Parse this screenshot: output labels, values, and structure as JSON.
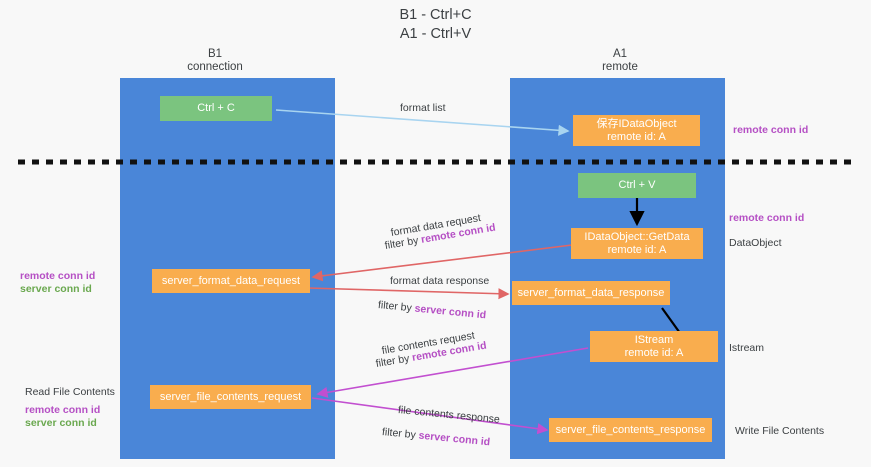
{
  "title": {
    "line1": "B1 - Ctrl+C",
    "line2": "A1 - Ctrl+V"
  },
  "columns": [
    {
      "id": "b1",
      "name": "B1",
      "sub": "connection"
    },
    {
      "id": "a1",
      "name": "A1",
      "sub": "remote"
    }
  ],
  "nodes": {
    "ctrl_c": {
      "label": "Ctrl + C",
      "color": "#7bc47f"
    },
    "save_dataobject": {
      "label": "保存IDataObject",
      "sub": "remote id: A",
      "color": "#f9ad4e"
    },
    "ctrl_v": {
      "label": "Ctrl + V",
      "color": "#7bc47f"
    },
    "getdata": {
      "label": "IDataObject::GetData",
      "sub": "remote id: A",
      "color": "#f9ad4e"
    },
    "server_format_data_request": {
      "label": "server_format_data_request",
      "color": "#f9ad4e"
    },
    "server_format_data_response": {
      "label": "server_format_data_response",
      "color": "#f9ad4e"
    },
    "istream": {
      "label": "IStream",
      "sub": "remote id: A",
      "color": "#f9ad4e"
    },
    "server_file_contents_request": {
      "label": "server_file_contents_request",
      "color": "#f9ad4e"
    },
    "server_file_contents_response": {
      "label": "server_file_contents_response",
      "color": "#f9ad4e"
    }
  },
  "edges": {
    "format_list": "format list",
    "format_data_request": "format data request",
    "format_data_request_filter_prefix": "filter by ",
    "format_data_request_filter_key": "remote conn id",
    "format_data_response": "format data response",
    "format_data_response_filter_prefix": "filter by ",
    "format_data_response_filter_key": "server conn id",
    "file_contents_request": "file contents request",
    "file_contents_request_filter_prefix": "filter by ",
    "file_contents_request_filter_key": "remote conn id",
    "file_contents_response": "file contents response",
    "file_contents_response_filter_prefix": "filter by ",
    "file_contents_response_filter_key": "server conn id"
  },
  "right_labels": {
    "remote_conn_id_top": "remote conn id",
    "remote_conn_id_mid": "remote conn id",
    "dataobject": "DataObject",
    "istream": "Istream",
    "write_file_contents": "Write File Contents"
  },
  "left_labels": {
    "remote_conn_id_mid": "remote conn id",
    "server_conn_id_mid": "server conn id",
    "read_file_contents": "Read File Contents",
    "remote_conn_id_bottom": "remote conn id",
    "server_conn_id_bottom": "server conn id"
  },
  "colors": {
    "lane": "#4a86d8",
    "green_node": "#7bc47f",
    "orange_node": "#f9ad4e",
    "purple_key": "#b54fc4",
    "green_key": "#6aa84f",
    "format_list_arrow": "#a8d4f0",
    "format_data_arrow": "#e06666",
    "file_contents_arrow": "#c councillor"
  }
}
